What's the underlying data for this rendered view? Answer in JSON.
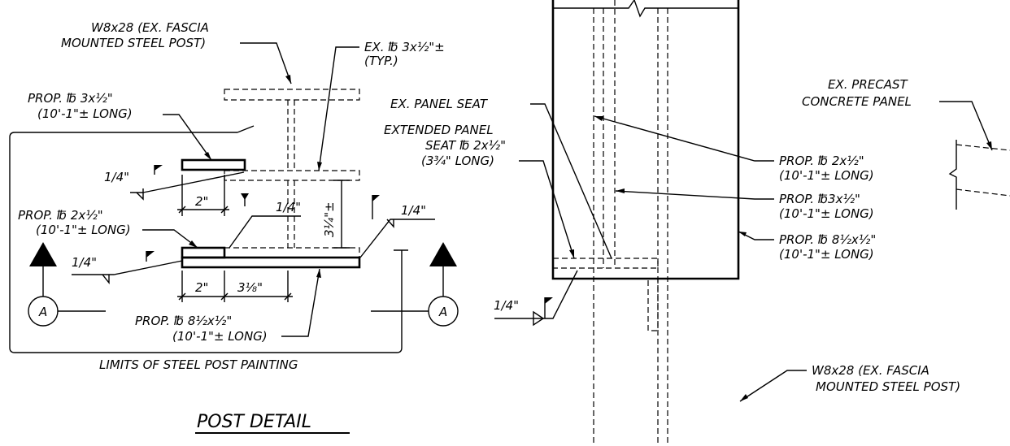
{
  "labels": {
    "w8_left_1": "W8x28 (EX. FASCIA",
    "w8_left_2": "MOUNTED STEEL POST)",
    "ex_plate_1": "EX. ℔ 3x½\"±",
    "ex_plate_2": "(TYP.)",
    "prop3_1": "PROP. ℔ 3x½\"",
    "prop3_2": "(10'-1\"± LONG)",
    "prop2_1": "PROP. ℔ 2x½\"",
    "prop2_2": "(10'-1\"± LONG)",
    "prop85_1": "PROP. ℔ 8½x½\"",
    "prop85_2": "(10'-1\"± LONG)",
    "weld_a": "1/4\"",
    "weld_b": "1/4\"",
    "weld_c": "1/4\"",
    "weld_d": "1/4\"",
    "weld_e": "1/4\"",
    "dim_2_top": "2\"",
    "dim_2_bot": "2\"",
    "dim_318": "3⅛\"",
    "dim_314": "3¼\"±",
    "section_left": "A",
    "section_right": "A",
    "limits": "LIMITS OF STEEL POST PAINTING",
    "title": "POST DETAIL",
    "panel_seat": "EX. PANEL SEAT",
    "ext_seat_1": "EXTENDED PANEL",
    "ext_seat_2": "SEAT ℔ 2x½\"",
    "ext_seat_3": "(3¾\" LONG)",
    "precast_1": "EX. PRECAST",
    "precast_2": "CONCRETE PANEL",
    "r_prop2_1": "PROP. ℔ 2x½\"",
    "r_prop2_2": "(10'-1\"± LONG)",
    "r_prop3_1": "PROP. ℔3x½\"",
    "r_prop3_2": "(10'-1\"± LONG)",
    "r_prop85_1": "PROP. ℔ 8½x½\"",
    "r_prop85_2": "(10'-1\"± LONG)",
    "r_w8_1": "W8x28 (EX. FASCIA",
    "r_w8_2": "MOUNTED STEEL POST)"
  }
}
